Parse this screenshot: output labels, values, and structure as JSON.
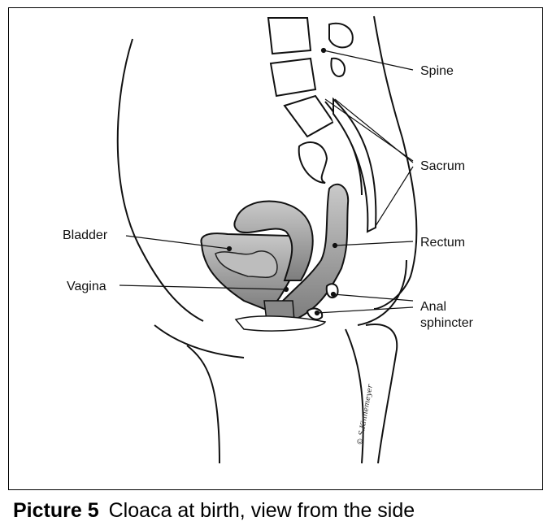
{
  "figure": {
    "labels": {
      "spine": "Spine",
      "sacrum": "Sacrum",
      "bladder": "Bladder",
      "rectum": "Rectum",
      "vagina": "Vagina",
      "anal_sphincter_1": "Anal",
      "anal_sphincter_2": "sphincter"
    },
    "signature": "© S.Kinnemeyer"
  },
  "caption": {
    "number": "Picture 5",
    "text": "Cloaca at birth, view from the side"
  }
}
